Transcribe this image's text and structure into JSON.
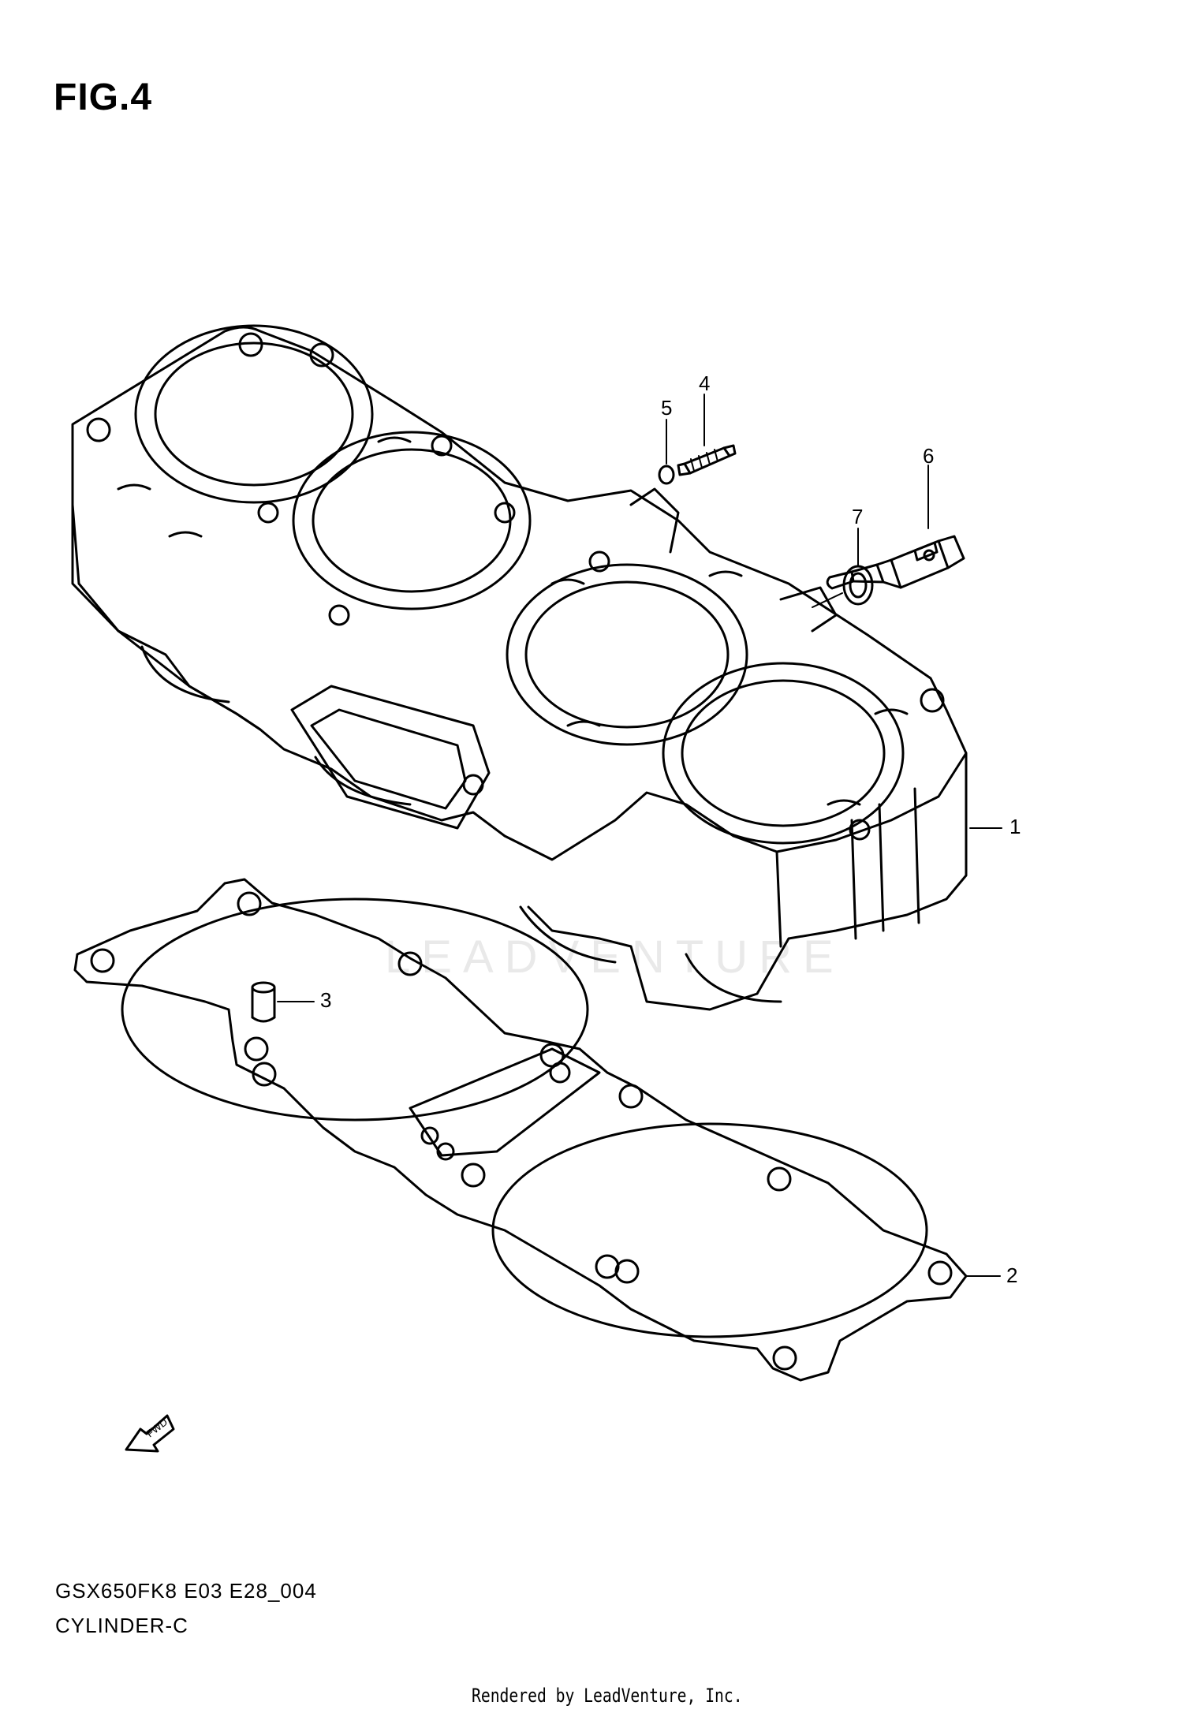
{
  "figure": {
    "title": "FIG.4"
  },
  "callouts": [
    {
      "id": "1",
      "label": "1"
    },
    {
      "id": "2",
      "label": "2"
    },
    {
      "id": "3",
      "label": "3"
    },
    {
      "id": "4",
      "label": "4"
    },
    {
      "id": "5",
      "label": "5"
    },
    {
      "id": "6",
      "label": "6"
    },
    {
      "id": "7",
      "label": "7"
    }
  ],
  "fwd_marker": {
    "label": "FWD",
    "icon": "forward-arrow-icon"
  },
  "footer": {
    "model_code": "GSX650FK8 E03 E28_004",
    "part_name": "CYLINDER-C",
    "rendered_by": "Rendered by LeadVenture, Inc."
  },
  "watermark": {
    "text": "LEADVENTURE"
  }
}
